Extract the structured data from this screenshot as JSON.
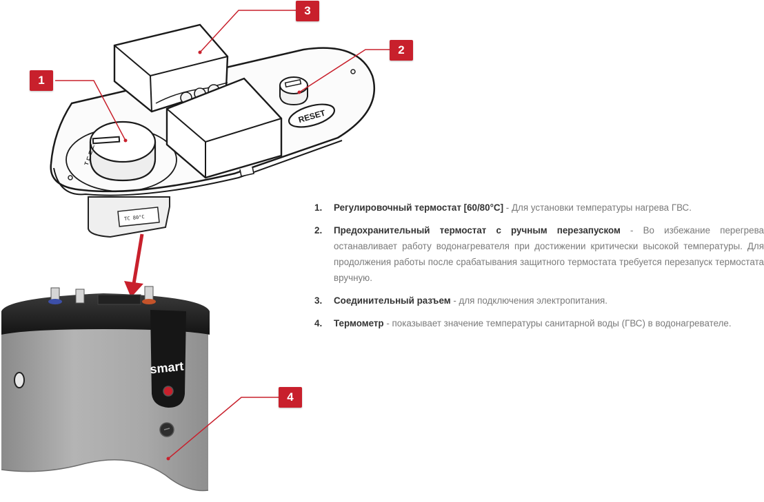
{
  "callouts": [
    {
      "id": "1",
      "label": "1"
    },
    {
      "id": "2",
      "label": "2"
    },
    {
      "id": "3",
      "label": "3"
    },
    {
      "id": "4",
      "label": "4"
    }
  ],
  "panel": {
    "reset_label": "RESET",
    "dial_ticks": "T ⊏ ⊏ ⊏"
  },
  "heater": {
    "brand": "smart"
  },
  "legend": [
    {
      "num": "1.",
      "title": "Регулировочный термостат [60/80°C]",
      "desc": " - Для установки температуры нагрева ГВС."
    },
    {
      "num": "2.",
      "title": "Предохранительный термостат с ручным перезапуском",
      "desc": " - Во избежание перегрева останавливает работу водонагревателя при достижении критически высокой температуры. Для продолжения работы после срабатывания защитного термостата требуется перезапуск термостата вручную."
    },
    {
      "num": "3.",
      "title": "Соединительный разъем",
      "desc": " - для подключения электропитания."
    },
    {
      "num": "4.",
      "title": "Термометр",
      "desc": " - показывает значение температуры санитарной воды (ГВС) в водонагревателе."
    }
  ],
  "colors": {
    "accent_red": "#c8202c",
    "text_gray": "#7a7a7a",
    "title_dark": "#333333",
    "heater_body": "#a7a7a7",
    "heater_top": "#1e1e1e"
  }
}
